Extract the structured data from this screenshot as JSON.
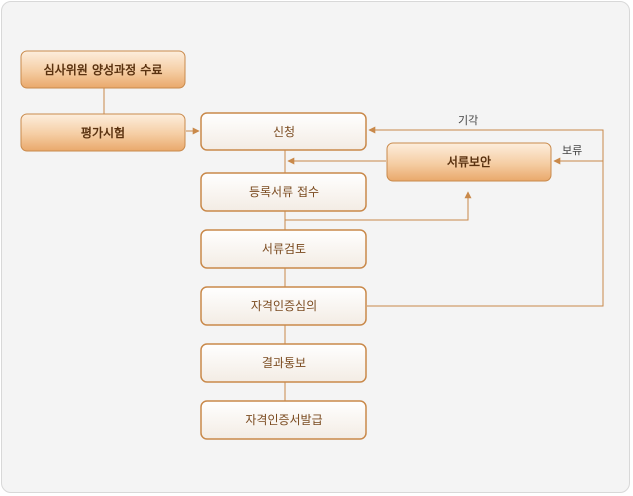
{
  "nodes": {
    "training": "심사위원 양성과정 수료",
    "exam": "평가시험",
    "apply": "신청",
    "receipt": "등록서류 접수",
    "review": "서류검토",
    "deliberation": "자격인증심의",
    "notify": "결과통보",
    "issue": "자격인증서발급",
    "supplement": "서류보안"
  },
  "edge_labels": {
    "reject": "기각",
    "hold": "보류"
  },
  "colors": {
    "filled_box_top": "#fbe6cc",
    "filled_box_bottom": "#edb37a",
    "outline_box_border": "#c9894a",
    "line": "#c9894a"
  }
}
